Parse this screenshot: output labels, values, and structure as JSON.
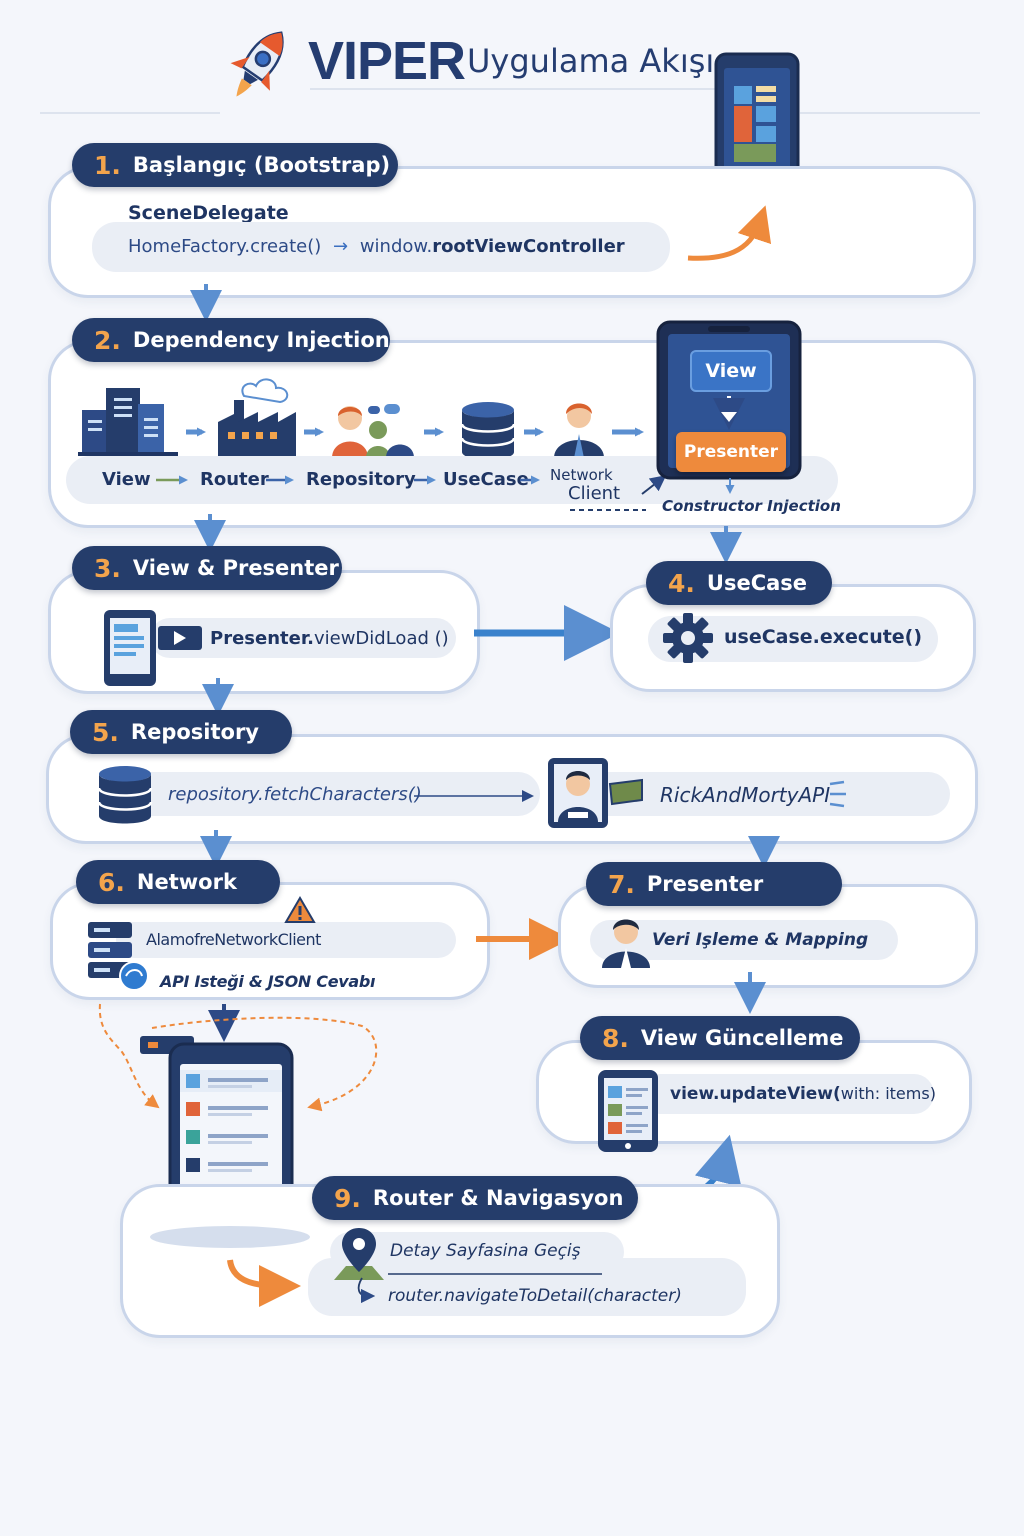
{
  "header": {
    "title_main": "VIPER",
    "title_sub": "Uygulama Akışı"
  },
  "steps": [
    {
      "num": "1.",
      "label": "Başlangıç (Bootstrap)"
    },
    {
      "num": "2.",
      "label": "Dependency Injection"
    },
    {
      "num": "3.",
      "label": "View & Presenter"
    },
    {
      "num": "4.",
      "label": "UseCase"
    },
    {
      "num": "5.",
      "label": "Repository"
    },
    {
      "num": "6.",
      "label": "Network"
    },
    {
      "num": "7.",
      "label": "Presenter"
    },
    {
      "num": "8.",
      "label": "View Güncelleme"
    },
    {
      "num": "9.",
      "label": "Router & Navigasyon"
    }
  ],
  "step1": {
    "class_name": "SceneDelegate",
    "call": "HomeFactory.create()",
    "arrow": "→",
    "target_prefix": "window.",
    "target_bold": "rootViewController"
  },
  "step2": {
    "chain": [
      "View",
      "Router",
      "Repository",
      "UseCase"
    ],
    "network_line1": "Network",
    "network_line2": "Client",
    "phone_view": "View",
    "phone_presenter": "Presenter",
    "injection": "Constructor Injection"
  },
  "step3": {
    "call_bold": "Presenter.",
    "call_rest": "viewDidLoad ()"
  },
  "step4": {
    "call": "useCase.execute()"
  },
  "step5": {
    "call": "repository.fetchCharacters()",
    "api": "RickAndMortyAPI"
  },
  "step6": {
    "client": "AlamofreNetworkClient",
    "request": "API Isteği & JSON Cevabı"
  },
  "step7": {
    "text": "Veri Işleme & Mapping"
  },
  "step8": {
    "call_bold": "view.updateView(",
    "call_rest": "with: items)"
  },
  "step9": {
    "detail": "Detay Sayfasina Geçiş",
    "call": "router.navigateToDetail(character)"
  },
  "colors": {
    "navy": "#253d6b",
    "accent": "#f3a44c",
    "panel_border": "#c9d5ea",
    "arrow_blue": "#5b8fd0",
    "arrow_orange": "#ee8a3c"
  },
  "icons": [
    "rocket-icon",
    "phone-icon",
    "buildings-icon",
    "factory-icon",
    "team-icon",
    "database-icon",
    "developer-icon",
    "gear-icon",
    "server-icon",
    "warning-icon",
    "person-icon",
    "map-pin-icon"
  ]
}
